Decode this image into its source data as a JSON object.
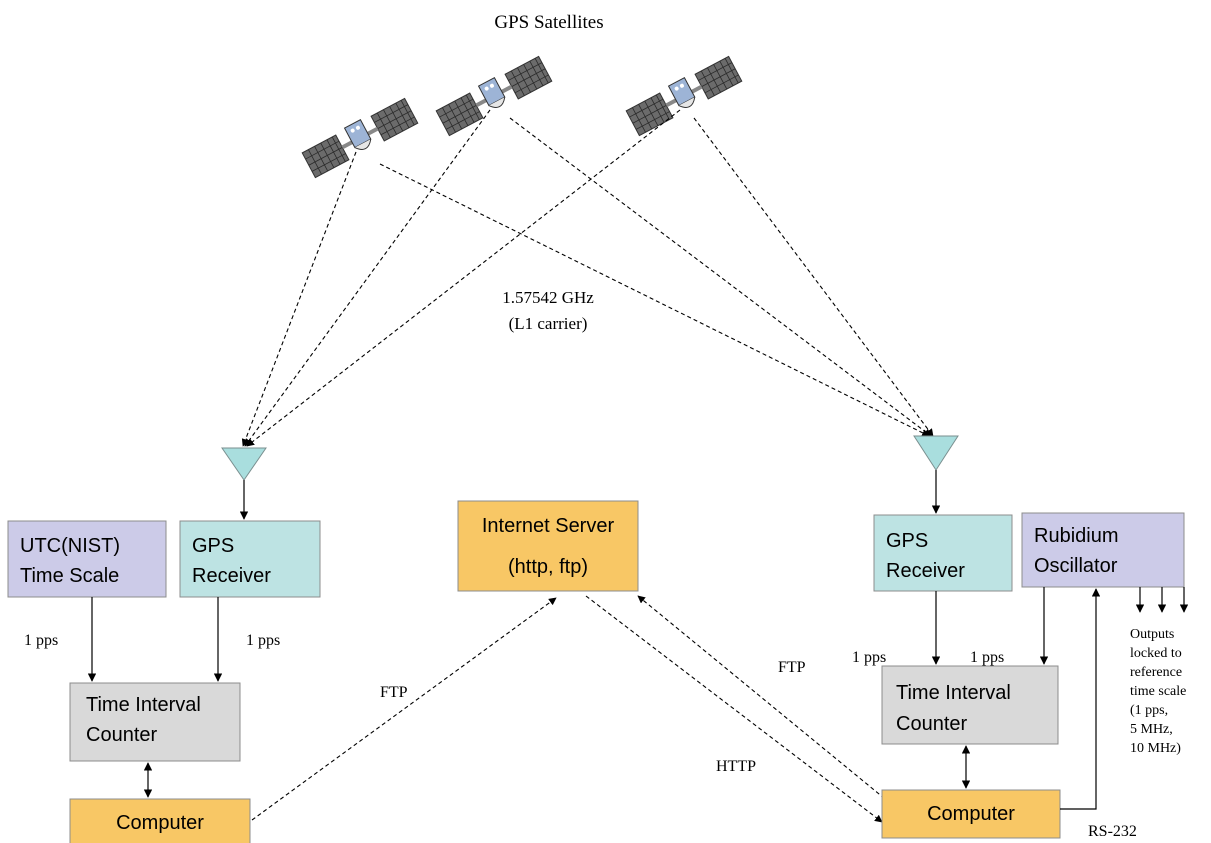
{
  "title": "GPS Satellites",
  "frequency": {
    "line1": "1.57542 GHz",
    "line2": "(L1 carrier)"
  },
  "left_site": {
    "utc_box": {
      "line1": "UTC(NIST)",
      "line2": "Time Scale"
    },
    "gps_receiver": {
      "line1": "GPS",
      "line2": "Receiver"
    },
    "pps_label_a": "1 pps",
    "pps_label_b": "1 pps",
    "counter": {
      "line1": "Time Interval",
      "line2": "Counter"
    },
    "computer": "Computer"
  },
  "server": {
    "line1": "Internet Server",
    "line2": "(http, ftp)"
  },
  "links": {
    "ftp_left": "FTP",
    "ftp_right": "FTP",
    "http": "HTTP",
    "rs232": "RS-232"
  },
  "right_site": {
    "gps_receiver": {
      "line1": "GPS",
      "line2": "Receiver"
    },
    "rubidium": {
      "line1": "Rubidium",
      "line2": "Oscillator"
    },
    "pps_label_a": "1 pps",
    "pps_label_b": "1 pps",
    "counter": {
      "line1": "Time Interval",
      "line2": "Counter"
    },
    "computer": "Computer",
    "outputs_note": [
      "Outputs",
      "locked to",
      "reference",
      "time scale",
      "(1 pps,",
      "5 MHz,",
      "10 MHz)"
    ]
  },
  "colors": {
    "orange": "#f8c765",
    "teal": "#bde3e3",
    "lavender": "#cccbe8",
    "gray": "#d9d9d9",
    "antenna": "#a9dede",
    "border": "#8c8c8c"
  }
}
